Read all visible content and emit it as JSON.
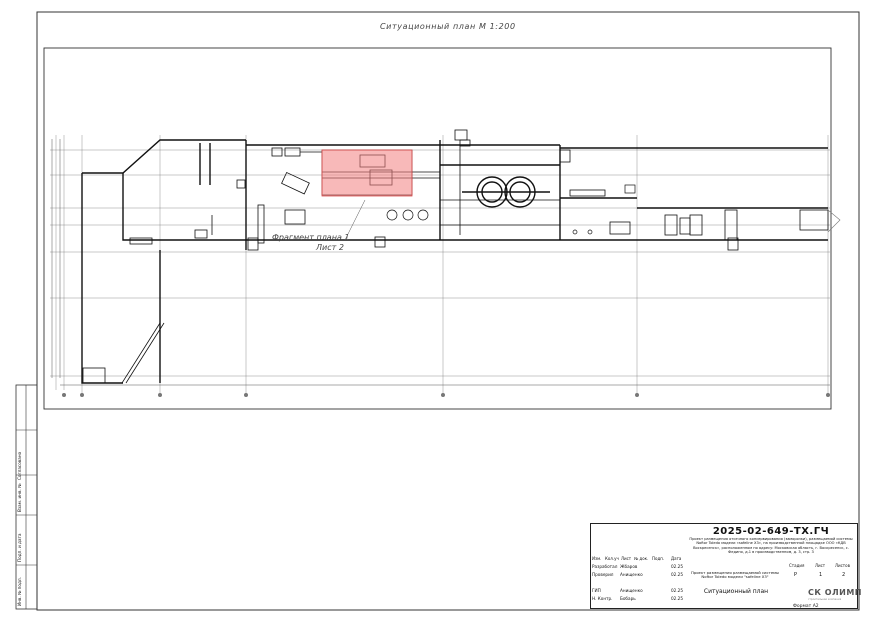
{
  "drawing": {
    "title": "Ситуационный план  М 1:200",
    "fragment_label_1": "Фрагмент плана 1",
    "fragment_label_2": "Лист 2",
    "format": "Формат А2"
  },
  "stamp": {
    "doc_code": "2025-02-649-ТХ.ГЧ",
    "project_description": "Проект размещения отсечного консервирования (заморозки), размещаемой системы Noftor Toledo модели «safeline X3»,  на производственной площадке ООО «КДВ Воскресенск», расположенном по адресу: Московская область, г. Воскресенск, с. Федино, д.1 в производственном, д. 3, стр. 3",
    "sheet_description": "Проект размещения размещаемой системы Noftor Toledo модели \"safeline X3\"",
    "plan_name": "Ситуационный план",
    "headers": {
      "izm": "Изм.",
      "kol": "Кол.уч",
      "list": "Лист",
      "ndok": "№ док.",
      "podp": "Подп.",
      "data": "Дата"
    },
    "stage_headers": {
      "stadia": "Стадия",
      "list": "Лист",
      "listov": "Листов"
    },
    "stage_values": {
      "stadia": "Р",
      "list": "1",
      "listov": "2"
    },
    "rows": [
      {
        "role": "Разработал",
        "name": "Жбаров",
        "date": "02.25"
      },
      {
        "role": "Проверил",
        "name": "Анищенко",
        "date": "02.25"
      },
      {
        "role": "",
        "name": "",
        "date": ""
      },
      {
        "role": "ГИП",
        "name": "Анищенко",
        "date": "02.25"
      },
      {
        "role": "Н. Контр.",
        "name": "Бобарь",
        "date": "02.25"
      }
    ],
    "logo_text": "СК ОЛИМП",
    "logo_sub": "строительная компания"
  },
  "side_stamp": {
    "labels": [
      "Согласовано",
      "Взам. инв. №",
      "Подп. и дата",
      "Инв. № подл."
    ]
  }
}
